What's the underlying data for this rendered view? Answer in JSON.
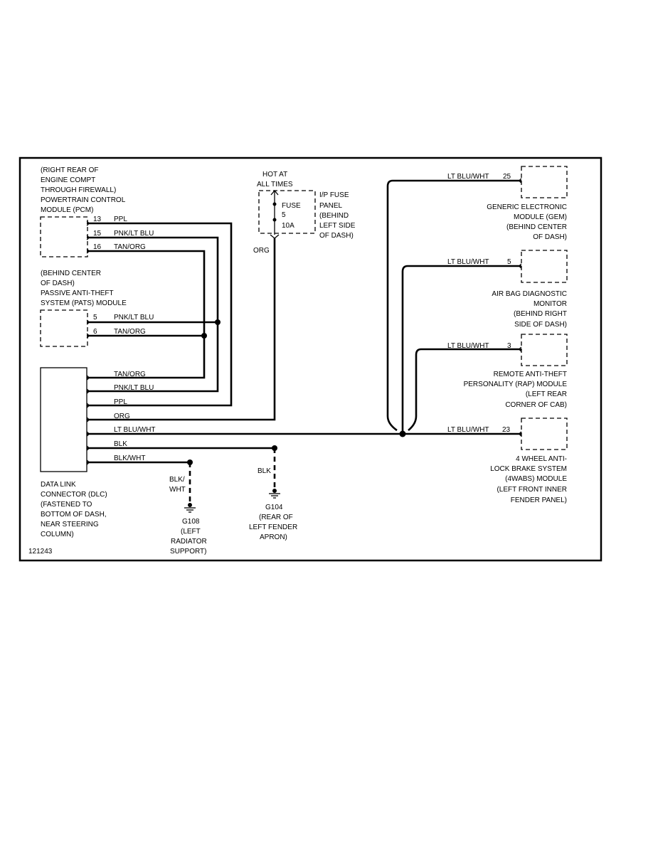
{
  "fuse_panel": {
    "hot_line1": "HOT AT",
    "hot_line2": "ALL TIMES",
    "fuse_label": "FUSE",
    "fuse_number": "5",
    "fuse_rating": "10A",
    "name_lines": [
      "I/P FUSE",
      "PANEL",
      "(BEHIND",
      "LEFT SIDE",
      "OF DASH)"
    ],
    "output_wire": "ORG"
  },
  "pcm": {
    "lines": [
      "(RIGHT REAR OF",
      "ENGINE COMPT",
      "THROUGH FIREWALL)",
      "POWERTRAIN CONTROL",
      "MODULE (PCM)"
    ],
    "pins": [
      {
        "pin": "13",
        "wire": "PPL"
      },
      {
        "pin": "15",
        "wire": "PNK/LT BLU"
      },
      {
        "pin": "16",
        "wire": "TAN/ORG"
      }
    ]
  },
  "pats": {
    "lines": [
      "(BEHIND CENTER",
      "OF DASH)",
      "PASSIVE ANTI-THEFT",
      "SYSTEM (PATS) MODULE"
    ],
    "pins": [
      {
        "pin": "5",
        "wire": "PNK/LT BLU"
      },
      {
        "pin": "6",
        "wire": "TAN/ORG"
      }
    ]
  },
  "dlc": {
    "wires": [
      "TAN/ORG",
      "PNK/LT BLU",
      "PPL",
      "ORG",
      "LT BLU/WHT",
      "BLK",
      "BLK/WHT"
    ],
    "lines": [
      "DATA LINK",
      "CONNECTOR (DLC)",
      "(FASTENED TO",
      "BOTTOM OF DASH,",
      "NEAR STEERING",
      "COLUMN)"
    ]
  },
  "grounds": {
    "g108": {
      "wire_line1": "BLK/",
      "wire_line2": "WHT",
      "lines": [
        "G108",
        "(LEFT",
        "RADIATOR",
        "SUPPORT)"
      ]
    },
    "g104": {
      "wire": "BLK",
      "lines": [
        "G104",
        "(REAR OF",
        "LEFT FENDER",
        "APRON)"
      ]
    }
  },
  "modules_right": [
    {
      "wire": "LT BLU/WHT",
      "pin": "25",
      "lines": [
        "GENERIC ELECTRONIC",
        "MODULE (GEM)",
        "(BEHIND CENTER",
        "OF DASH)"
      ]
    },
    {
      "wire": "LT BLU/WHT",
      "pin": "5",
      "lines": [
        "AIR BAG DIAGNOSTIC",
        "MONITOR",
        "(BEHIND RIGHT",
        "SIDE OF DASH)"
      ]
    },
    {
      "wire": "LT BLU/WHT",
      "pin": "3",
      "lines": [
        "REMOTE ANTI-THEFT",
        "PERSONALITY (RAP) MODULE",
        "(LEFT REAR",
        "CORNER OF CAB)"
      ]
    },
    {
      "wire": "LT BLU/WHT",
      "pin": "23",
      "lines": [
        "4 WHEEL ANTI-",
        "LOCK BRAKE SYSTEM",
        "(4WABS) MODULE",
        "(LEFT FRONT INNER",
        "FENDER PANEL)"
      ]
    }
  ],
  "figure_id": "121243"
}
